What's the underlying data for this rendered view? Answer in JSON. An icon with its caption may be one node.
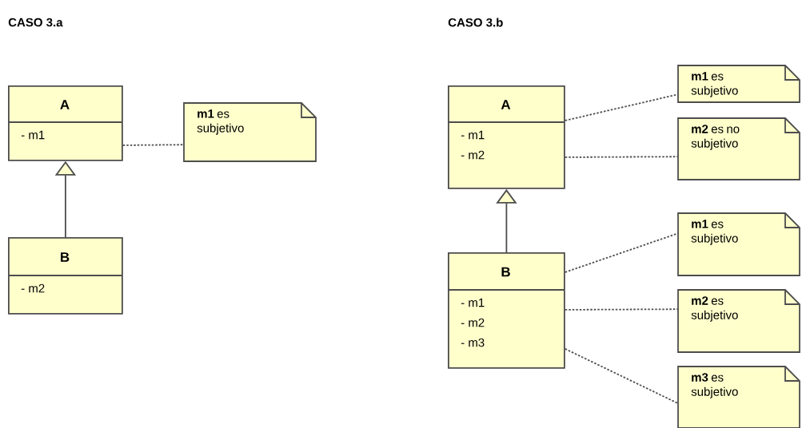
{
  "diagram": {
    "nodes": [
      {
        "text": [
          "A",
          "- m1"
        ]
      },
      {
        "text": [
          "B",
          "- m2"
        ]
      },
      {
        "text": [
          "**m1** es subjetivo"
        ]
      },
      {
        "text": [
          "A",
          "- m1",
          "- m2"
        ]
      },
      {
        "text": [
          "B",
          "- m1",
          "- m2",
          "- m3"
        ]
      },
      {
        "text": [
          "**m1** es subjetivo"
        ]
      },
      {
        "text": [
          "**m2** es no subjetivo"
        ]
      },
      {
        "text": [
          "**m1** es subjetivo"
        ]
      },
      {
        "text": [
          "**m2** es subjetivo"
        ]
      },
      {
        "text": [
          "**m3** es subjetivo"
        ]
      }
    ],
    "edges": [
      {
        "from": 1,
        "to": 0,
        "arrow": "to"
      },
      {
        "from": 0,
        "to": 2,
        "arrow": "none",
        "style": "dashed"
      },
      {
        "from": 4,
        "to": 3,
        "arrow": "to"
      },
      {
        "from": 3,
        "to": 5,
        "arrow": "none",
        "style": "dashed"
      },
      {
        "from": 3,
        "to": 6,
        "arrow": "none",
        "style": "dashed"
      },
      {
        "from": 4,
        "to": 7,
        "arrow": "none",
        "style": "dashed"
      },
      {
        "from": 4,
        "to": 8,
        "arrow": "none",
        "style": "dashed"
      },
      {
        "from": 4,
        "to": 9,
        "arrow": "none",
        "style": "dashed"
      }
    ],
    "labels": [
      "CASO 3.a",
      "CASO 3.b"
    ]
  }
}
